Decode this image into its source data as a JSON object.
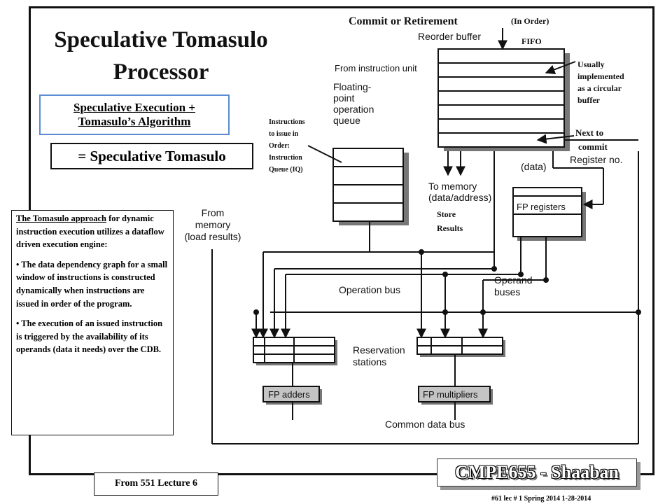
{
  "slide": {
    "title_line1": "Speculative Tomasulo",
    "title_line2": "Processor",
    "spec_line1": "Speculative Execution +",
    "spec_line2": "Tomasulo’s Algorithm",
    "equals_text": "= Speculative Tomasulo",
    "approach": {
      "lead_underlined": "The Tomasulo approach",
      "lead_rest": " for dynamic instruction execution utilizes a dataflow driven execution engine:",
      "bullet1": "• The data dependency graph for a small window of instructions is constructed dynamically when instructions are issued in order of the program.",
      "bullet2": "• The execution of an issued instruction is triggered by the availability of its operands (data it needs) over the CDB."
    },
    "from_lecture": "From 551 Lecture 6",
    "brand": "CMPE655 - Shaaban",
    "footer": "#61   lec # 1   Spring 2014   1-28-2014"
  },
  "annotations": {
    "commit": "Commit or Retirement",
    "in_order": "(In Order)",
    "fifo": "FIFO",
    "usually": [
      "Usually",
      "implemented",
      "as a circular",
      "buffer"
    ],
    "next_commit": [
      "Next to",
      "commit"
    ],
    "issue_note": [
      "Instructions",
      "to issue in",
      "Order:",
      "Instruction",
      "Queue (IQ)"
    ],
    "store_results": [
      "Store",
      "Results"
    ]
  },
  "diagram": {
    "reorder_buffer": "Reorder buffer",
    "from_instruction_unit": "From instruction unit",
    "fp_queue": [
      "Floating-",
      "point",
      "operation",
      "queue"
    ],
    "to_memory": [
      "To memory",
      "(data/address)"
    ],
    "data": "(data)",
    "register_no": "Register no.",
    "fp_registers": "FP registers",
    "from_memory": [
      "From",
      "memory",
      "(load results)"
    ],
    "operand_buses": [
      "Operand",
      "buses"
    ],
    "operation_bus": "Operation bus",
    "reservation_stations": [
      "Reservation",
      "stations"
    ],
    "fp_adders": "FP adders",
    "fp_multipliers": "FP multipliers",
    "common_data_bus": "Common data bus"
  },
  "colors": {
    "spec_box_border": "#5b8bd1",
    "unit_fill": "#c4c4c4",
    "shadow": "#777777"
  }
}
